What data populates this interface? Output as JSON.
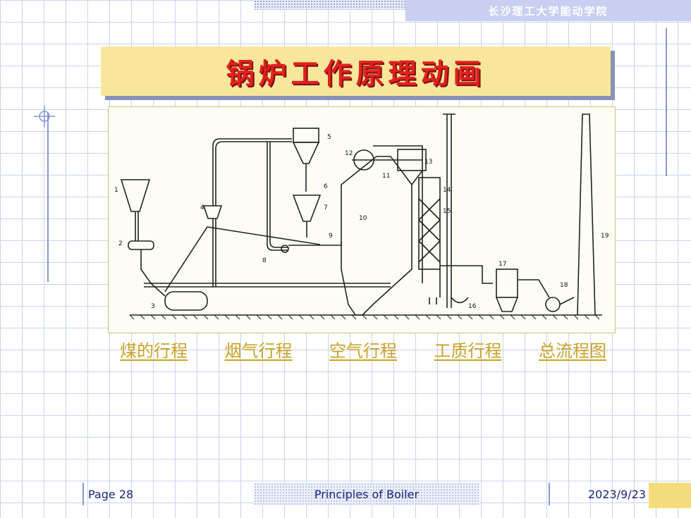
{
  "header": {
    "institution": "长沙理工大学能动学院"
  },
  "slide": {
    "title": "锅炉工作原理动画"
  },
  "diagram": {
    "labels": [
      "1",
      "2",
      "3",
      "4",
      "5",
      "6",
      "7",
      "8",
      "9",
      "10",
      "11",
      "12",
      "13",
      "14",
      "15",
      "16",
      "17",
      "18",
      "19"
    ]
  },
  "links": [
    {
      "label": "煤的行程"
    },
    {
      "label": "烟气行程"
    },
    {
      "label": "空气行程"
    },
    {
      "label": "工质行程"
    },
    {
      "label": "总流程图"
    }
  ],
  "footer": {
    "page": "Page 28",
    "course": "Principles of Boiler",
    "date": "2023/9/23"
  }
}
